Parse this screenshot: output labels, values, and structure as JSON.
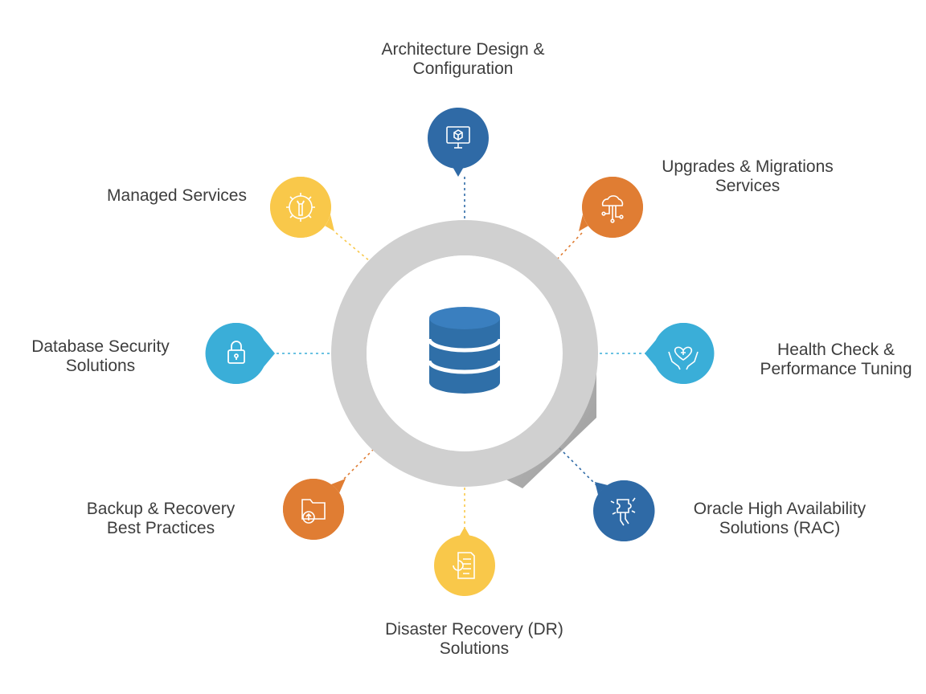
{
  "center": {
    "icon": "database-icon",
    "ring_color": "#cfcfcf",
    "db_color": "#2f6fa8"
  },
  "services": [
    {
      "id": "architecture",
      "line1": "Architecture Design &",
      "line2": "Configuration",
      "icon": "monitor-cube-icon",
      "color": "#2f6aa6"
    },
    {
      "id": "upgrades",
      "line1": "Upgrades & Migrations",
      "line2": "Services",
      "icon": "cloud-network-icon",
      "color": "#e07d33"
    },
    {
      "id": "health",
      "line1": "Health Check &",
      "line2": "Performance Tuning",
      "icon": "heart-hands-icon",
      "color": "#3aaed8"
    },
    {
      "id": "oracle",
      "line1": "Oracle High Availability",
      "line2": "Solutions (RAC)",
      "icon": "puzzle-hand-icon",
      "color": "#2f6aa6"
    },
    {
      "id": "dr",
      "line1": "Disaster Recovery (DR)",
      "line2": "Solutions",
      "icon": "document-recovery-icon",
      "color": "#f9c84a"
    },
    {
      "id": "backup",
      "line1": "Backup & Recovery",
      "line2": "Best Practices",
      "icon": "folder-upload-icon",
      "color": "#e07d33"
    },
    {
      "id": "dbsecurity",
      "line1": "Database Security",
      "line2": "Solutions",
      "icon": "lock-icon",
      "color": "#3aaed8"
    },
    {
      "id": "managed",
      "line1": "Managed Services",
      "line2": "",
      "icon": "gear-wrench-icon",
      "color": "#f9c84a"
    }
  ]
}
